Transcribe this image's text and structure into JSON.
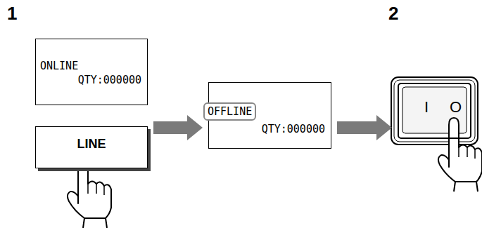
{
  "diagram": {
    "nodes": [
      {
        "text": [
          "ONLINE",
          "QTY:000000"
        ]
      },
      {
        "text": [
          "LINE"
        ]
      },
      {
        "text": [
          "QTY:000000"
        ]
      },
      {
        "text": [
          "OFFLINE"
        ],
        "in": 2
      },
      {
        "text": [
          "I",
          "O"
        ]
      }
    ],
    "edges": [
      {
        "from": 1,
        "to": 2,
        "arrow": "to"
      },
      {
        "from": 2,
        "to": 4,
        "arrow": "to"
      }
    ],
    "labels": [
      "1",
      "2"
    ]
  }
}
